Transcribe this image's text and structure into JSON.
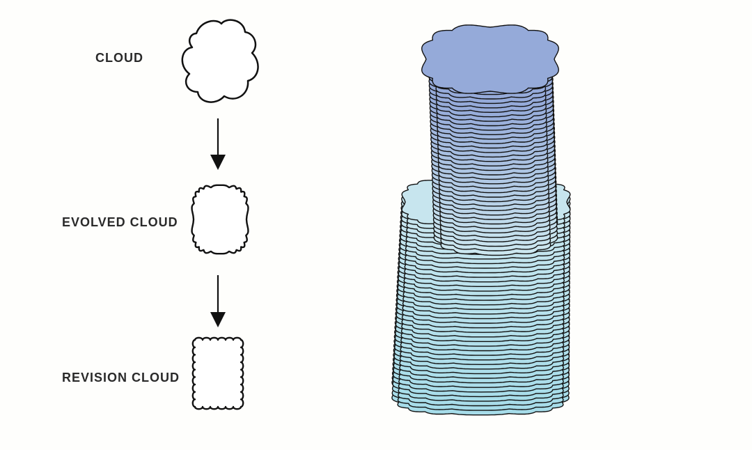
{
  "labels": {
    "cloud": "CLOUD",
    "evolved_cloud": "EVOLVED CLOUD",
    "revision_cloud": "REVISION CLOUD"
  },
  "colors": {
    "background": "#fefefc",
    "outline": "#111111",
    "tower_top": "#95aad9",
    "tower_bottom": "#a6dce9",
    "tower_mid_band": "#cbe6ef"
  },
  "icons": {
    "stage_1": "cloud-shape-icon",
    "stage_2": "evolved-cloud-shape-icon",
    "stage_3": "revision-cloud-shape-icon",
    "arrows": "arrow-down-icon",
    "tower": "stacked-cloud-tower"
  }
}
